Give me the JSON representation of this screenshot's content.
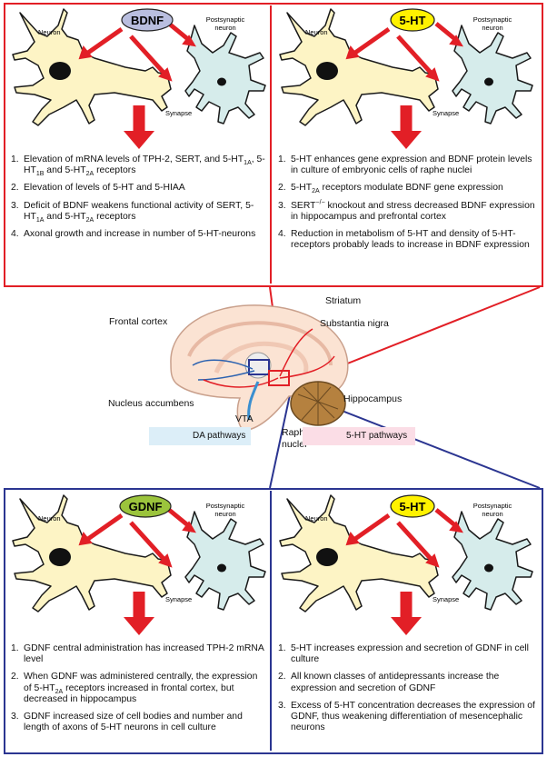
{
  "colors": {
    "red": "#e21f26",
    "blue": "#2b3591",
    "neuron": "#fdf4c5",
    "post": "#d6eceb",
    "bdnf_label": "#b9bedf",
    "ht_label": "#fff200",
    "gdnf_label": "#9bc43c"
  },
  "panels": {
    "top_left": {
      "label": "BDNF",
      "items": [
        {
          "n": "1.",
          "parts": [
            [
              "Elevation of mRNA levels of TPH-2, SERT, and 5-HT",
              ""
            ],
            [
              "1A",
              "sub"
            ],
            [
              ", 5-HT",
              ""
            ],
            [
              "1B",
              "sub"
            ],
            [
              " and 5-HT",
              ""
            ],
            [
              "2A",
              "sub"
            ],
            [
              " receptors",
              ""
            ]
          ]
        },
        {
          "n": "2.",
          "parts": [
            [
              "Elevation of levels of 5-HT and 5-HIAA",
              ""
            ]
          ]
        },
        {
          "n": "3.",
          "parts": [
            [
              "Deficit of BDNF weakens functional activity of SERT, 5-HT",
              ""
            ],
            [
              "1A",
              "sub"
            ],
            [
              " and 5-HT",
              ""
            ],
            [
              "2A",
              "sub"
            ],
            [
              " receptors",
              ""
            ]
          ]
        },
        {
          "n": "4.",
          "parts": [
            [
              "Axonal growth and increase in number of 5-HT-neurons",
              ""
            ]
          ]
        }
      ]
    },
    "top_right": {
      "label": "5-HT",
      "items": [
        {
          "n": "1.",
          "parts": [
            [
              "5-HT enhances gene expression and BDNF protein levels in culture of embryonic cells of raphe nuclei",
              ""
            ]
          ]
        },
        {
          "n": "2.",
          "parts": [
            [
              "5-HT",
              ""
            ],
            [
              "2A",
              "sub"
            ],
            [
              " receptors modulate BDNF gene expression",
              ""
            ]
          ]
        },
        {
          "n": "3.",
          "parts": [
            [
              "SERT",
              ""
            ],
            [
              "−/−",
              "sup"
            ],
            [
              " knockout and stress decreased BDNF expression in hippocampus and prefrontal cortex",
              ""
            ]
          ]
        },
        {
          "n": "4.",
          "parts": [
            [
              "Reduction in metabolism of 5-HT and density of 5-HT-receptors probably leads to increase in BDNF expression",
              ""
            ]
          ]
        }
      ]
    },
    "bottom_left": {
      "label": "GDNF",
      "items": [
        {
          "n": "1.",
          "parts": [
            [
              "GDNF central administration has increased TPH-2 mRNA level",
              ""
            ]
          ]
        },
        {
          "n": "2.",
          "parts": [
            [
              "When GDNF was administered centrally, the expression of 5-HT",
              ""
            ],
            [
              "2A",
              "sub"
            ],
            [
              " receptors increased in frontal cortex, but decreased in hippocampus",
              ""
            ]
          ]
        },
        {
          "n": "3.",
          "parts": [
            [
              "GDNF increased size of cell bodies and number and length of axons of 5-HT neurons in cell culture",
              ""
            ]
          ]
        }
      ]
    },
    "bottom_right": {
      "label": "5-HT",
      "items": [
        {
          "n": "1.",
          "parts": [
            [
              "5-HT increases expression and secretion of GDNF in cell culture",
              ""
            ]
          ]
        },
        {
          "n": "2.",
          "parts": [
            [
              "All known classes of antidepressants increase the expression and secretion of GDNF",
              ""
            ]
          ]
        },
        {
          "n": "3.",
          "parts": [
            [
              "Excess of 5-HT concentration decreases the expression of GDNF, thus weakening differentiation of mesencephalic neurons",
              ""
            ]
          ]
        }
      ]
    }
  },
  "neuron_labels": {
    "neuron": "Neuron",
    "postsynaptic_1": "Postsynaptic",
    "postsynaptic_2": "neuron",
    "synapse": "Synapse"
  },
  "brain": {
    "striatum": "Striatum",
    "frontal_cortex": "Frontal cortex",
    "substantia_nigra": "Substantia nigra",
    "nucleus_accumbens": "Nucleus accumbens",
    "hippocampus": "Hippocampus",
    "vta": "VTA",
    "raphe_1": "Raphe",
    "raphe_2": "nuclei"
  },
  "legend": {
    "da": "DA pathways",
    "ht": "5-HT pathways",
    "da_color": "#dceef8",
    "ht_color": "#fbdde6"
  }
}
